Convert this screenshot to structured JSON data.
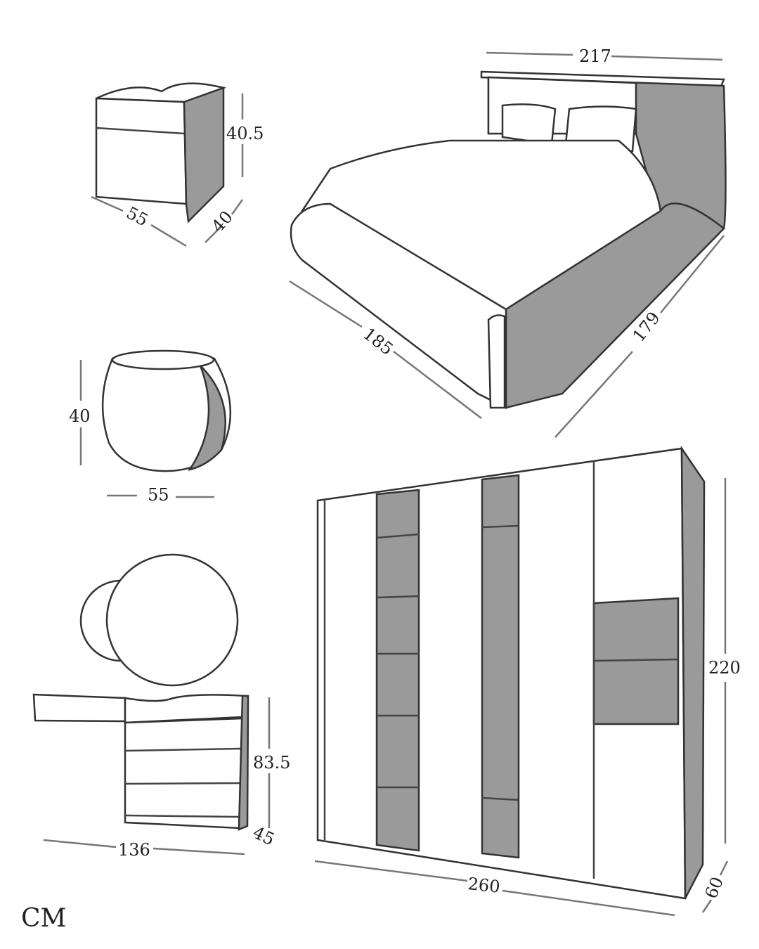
{
  "unit": "CM",
  "bed": {
    "width": "217",
    "length": "185",
    "depth": "179"
  },
  "nightstand": {
    "height": "40.5",
    "width": "55",
    "depth": "40"
  },
  "pouf": {
    "height": "40",
    "width": "55"
  },
  "dresser": {
    "height": "83.5",
    "depth": "45",
    "width": "136"
  },
  "wardrobe": {
    "height": "220",
    "width": "260",
    "depth": "60"
  },
  "colors": {
    "line": "#333333",
    "shade": "#9a9a9a",
    "dimension": "#777777"
  }
}
